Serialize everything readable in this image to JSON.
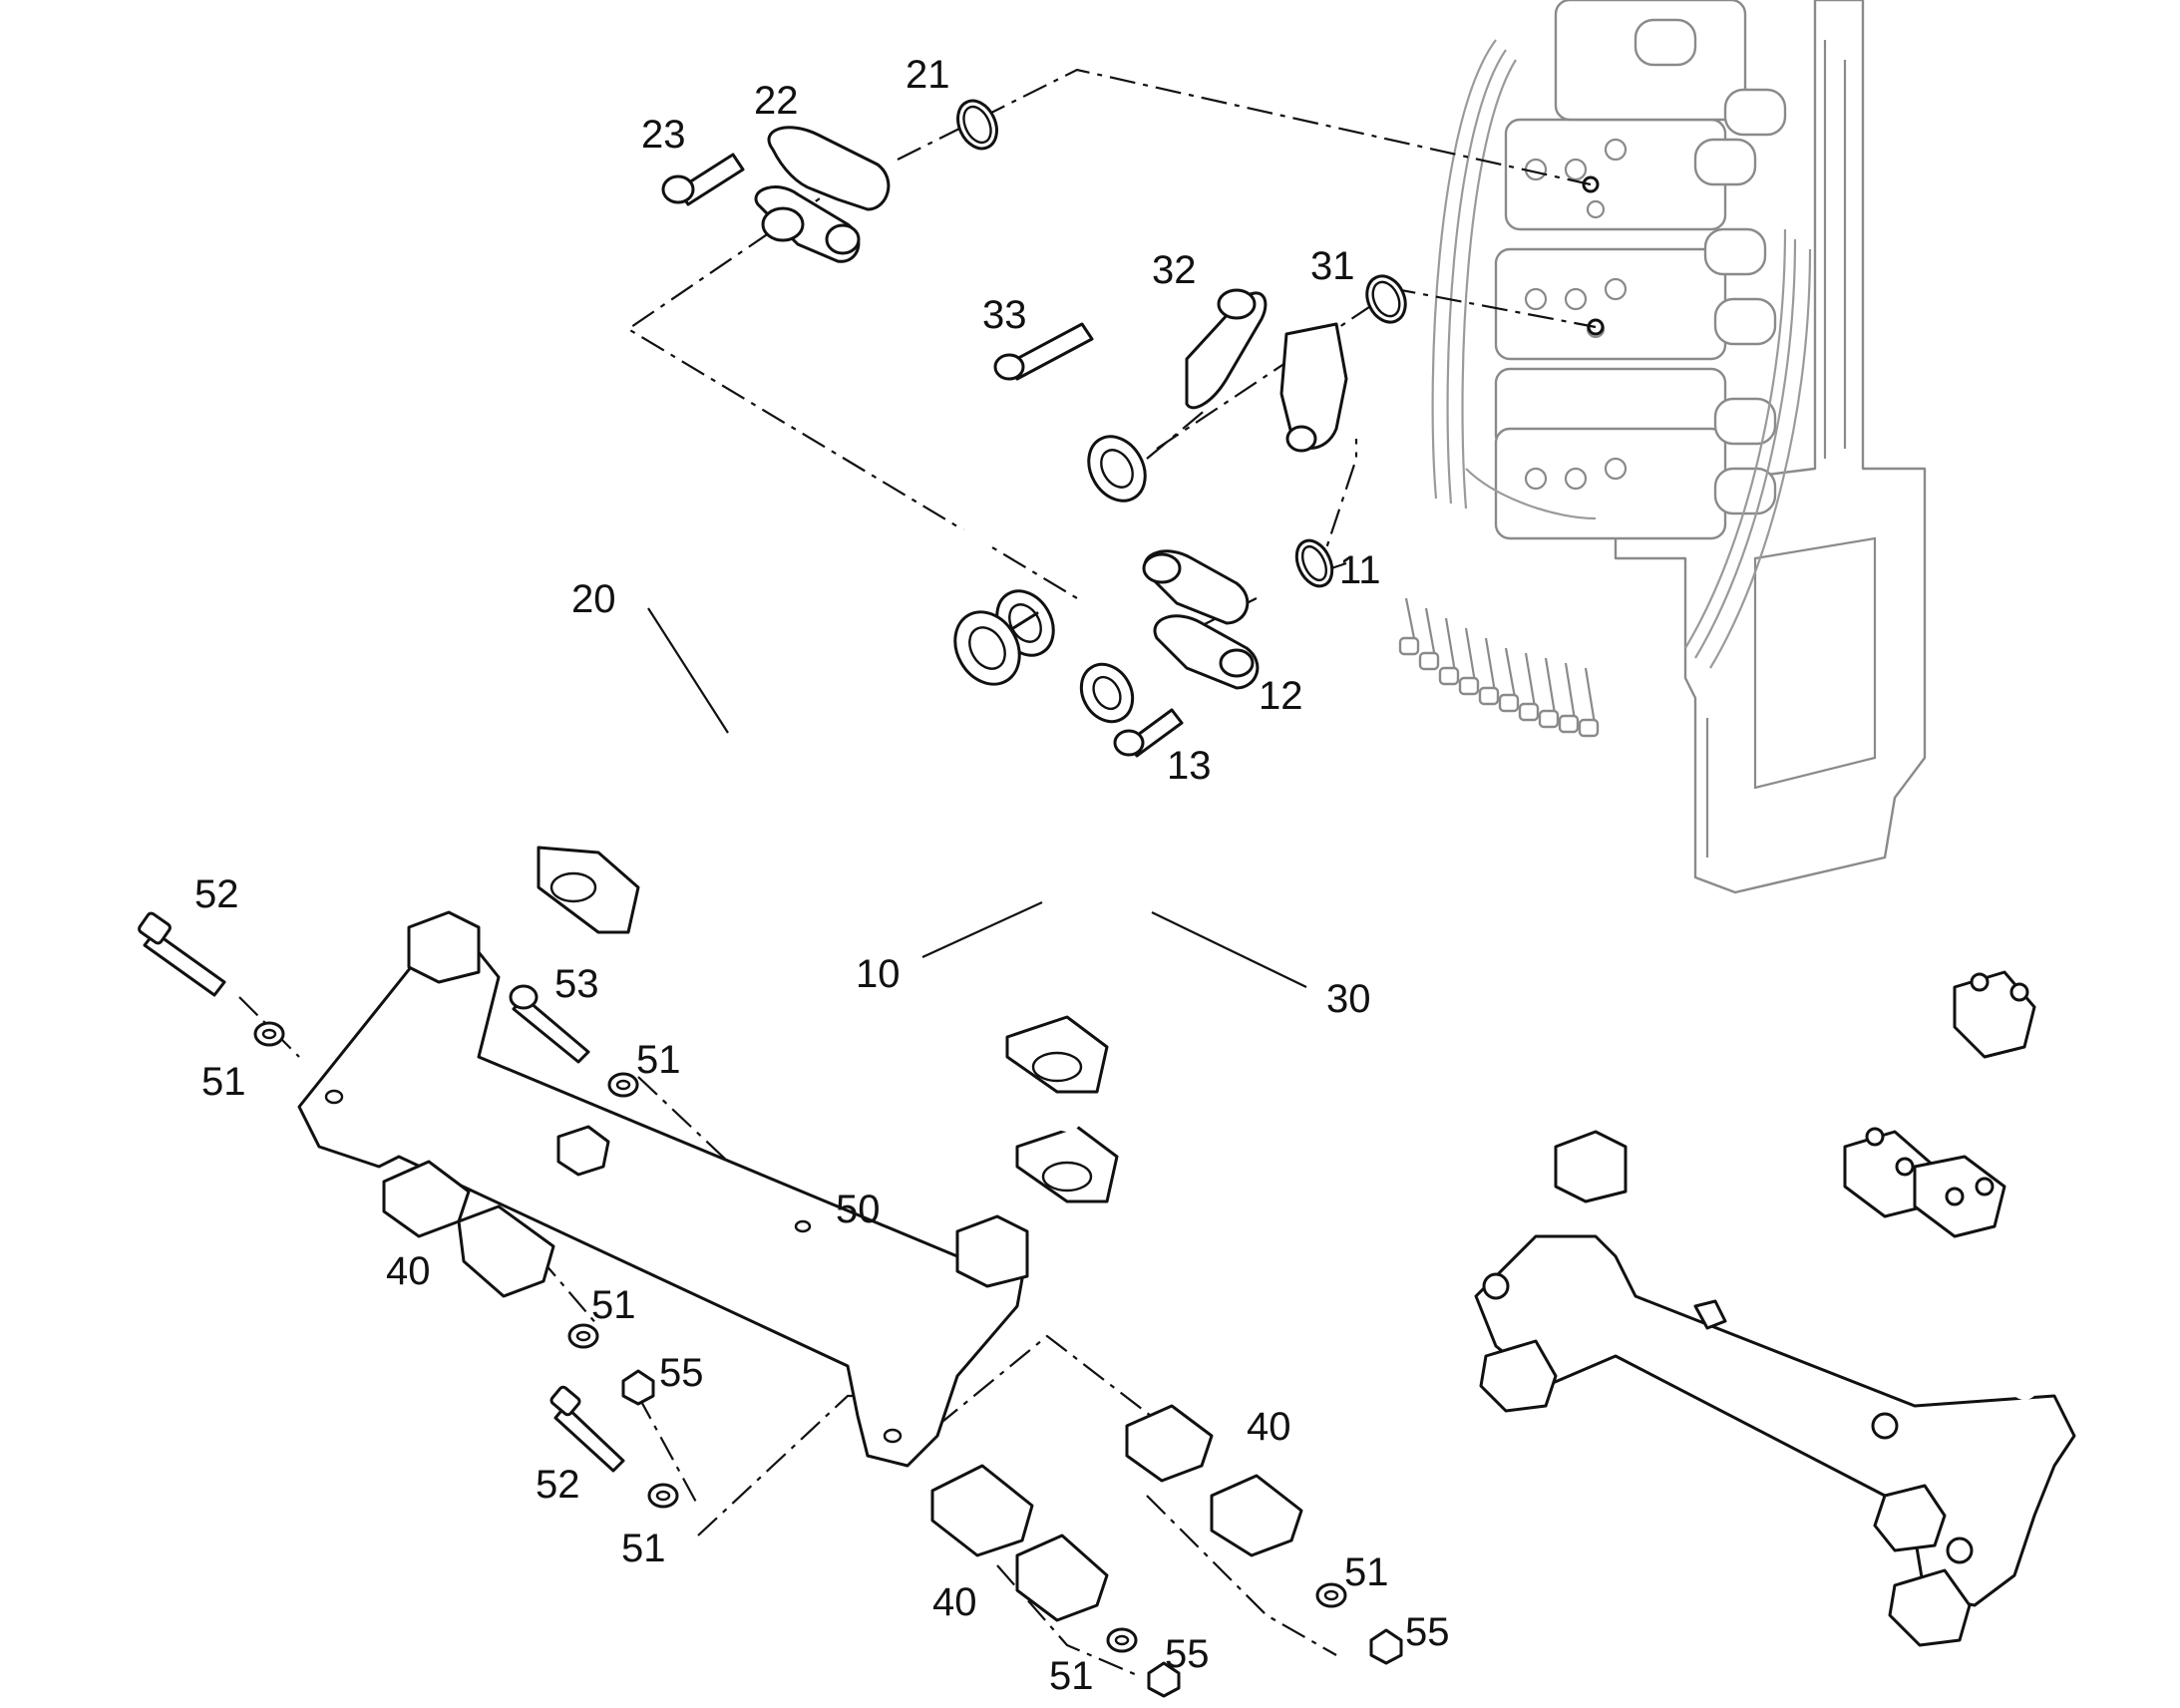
{
  "diagram": {
    "callouts": [
      {
        "label": "21"
      },
      {
        "label": "22"
      },
      {
        "label": "23"
      },
      {
        "label": "33"
      },
      {
        "label": "32"
      },
      {
        "label": "31"
      },
      {
        "label": "11"
      },
      {
        "label": "12"
      },
      {
        "label": "13"
      },
      {
        "label": "20"
      },
      {
        "label": "10"
      },
      {
        "label": "30"
      },
      {
        "label": "52"
      },
      {
        "label": "51"
      },
      {
        "label": "53"
      },
      {
        "label": "51"
      },
      {
        "label": "50"
      },
      {
        "label": "40"
      },
      {
        "label": "51"
      },
      {
        "label": "55"
      },
      {
        "label": "52"
      },
      {
        "label": "51"
      },
      {
        "label": "40"
      },
      {
        "label": "51"
      },
      {
        "label": "55"
      },
      {
        "label": "40"
      },
      {
        "label": "51"
      },
      {
        "label": "55"
      }
    ]
  }
}
